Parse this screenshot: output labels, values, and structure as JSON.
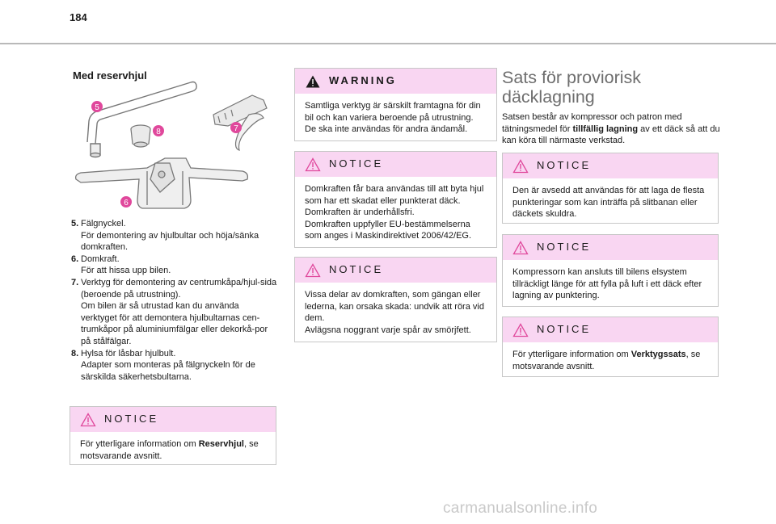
{
  "page_number": "184",
  "left": {
    "section_title": "Med reservhjul",
    "callouts": [
      "5",
      "6",
      "7",
      "8"
    ],
    "items": [
      {
        "num": "5.",
        "lines": [
          "Fälgnyckel.",
          "För demontering av hjulbultar och höja/sänka domkraften."
        ]
      },
      {
        "num": "6.",
        "lines": [
          "Domkraft.",
          "För att hissa upp bilen."
        ]
      },
      {
        "num": "7.",
        "lines": [
          "Verktyg för demontering av centrumkåpa/hjul-sida (beroende på utrustning).",
          "Om bilen är så utrustad kan du använda verktyget för att demontera hjulbultarnas cen-trumkåpor på aluminiumfälgar eller dekorkå-por på stålfälgar."
        ]
      },
      {
        "num": "8.",
        "lines": [
          "Hylsa för låsbar hjulbult.",
          "Adapter som monteras på fälgnyckeln för de särskilda säkerhetsbultarna."
        ]
      }
    ],
    "notice": {
      "label": "NOTICE",
      "text_before": "För ytterligare information om ",
      "bold": "Reservhjul",
      "text_after": ", se motsvarande avsnitt."
    }
  },
  "middle": {
    "warning": {
      "label": "WARNING",
      "text": "Samtliga verktyg är särskilt framtagna för din bil och kan variera beroende på utrustning. De ska inte användas för andra ändamål."
    },
    "notice1": {
      "label": "NOTICE",
      "lines": [
        "Domkraften får bara användas till att byta hjul som har ett skadat eller punkterat däck.",
        "Domkraften är underhållsfri.",
        "Domkraften uppfyller EU-bestämmelserna som anges i Maskindirektivet 2006/42/EG."
      ]
    },
    "notice2": {
      "label": "NOTICE",
      "lines": [
        "Vissa delar av domkraften, som gängan eller lederna, kan orsaka skada: undvik att röra vid dem.",
        "Avlägsna noggrant varje spår av smörjfett."
      ]
    }
  },
  "right": {
    "title_line1": "Sats för proviorisk",
    "title_line2": "däcklagning",
    "intro_before": "Satsen består av kompressor och patron med tätningsmedel för ",
    "intro_bold": "tillfällig lagning",
    "intro_after": " av ett däck så att du kan köra till närmaste verkstad.",
    "notice1": {
      "label": "NOTICE",
      "text": "Den är avsedd att användas för att laga de flesta punkteringar som kan inträffa på slitbanan eller däckets skuldra."
    },
    "notice2": {
      "label": "NOTICE",
      "text": "Kompressorn kan ansluts till bilens elsystem tillräckligt länge för att fylla på luft i ett däck efter lagning av punktering."
    },
    "notice3": {
      "label": "NOTICE",
      "text_before": "För ytterligare information om ",
      "bold": "Verktygssats",
      "text_after": ", se motsvarande avsnitt."
    }
  },
  "watermark": "carmanualsonline.info",
  "colors": {
    "notice_header": "#f9d6f2",
    "callout": "#e0489c",
    "title_grey": "#6e6e6e"
  }
}
